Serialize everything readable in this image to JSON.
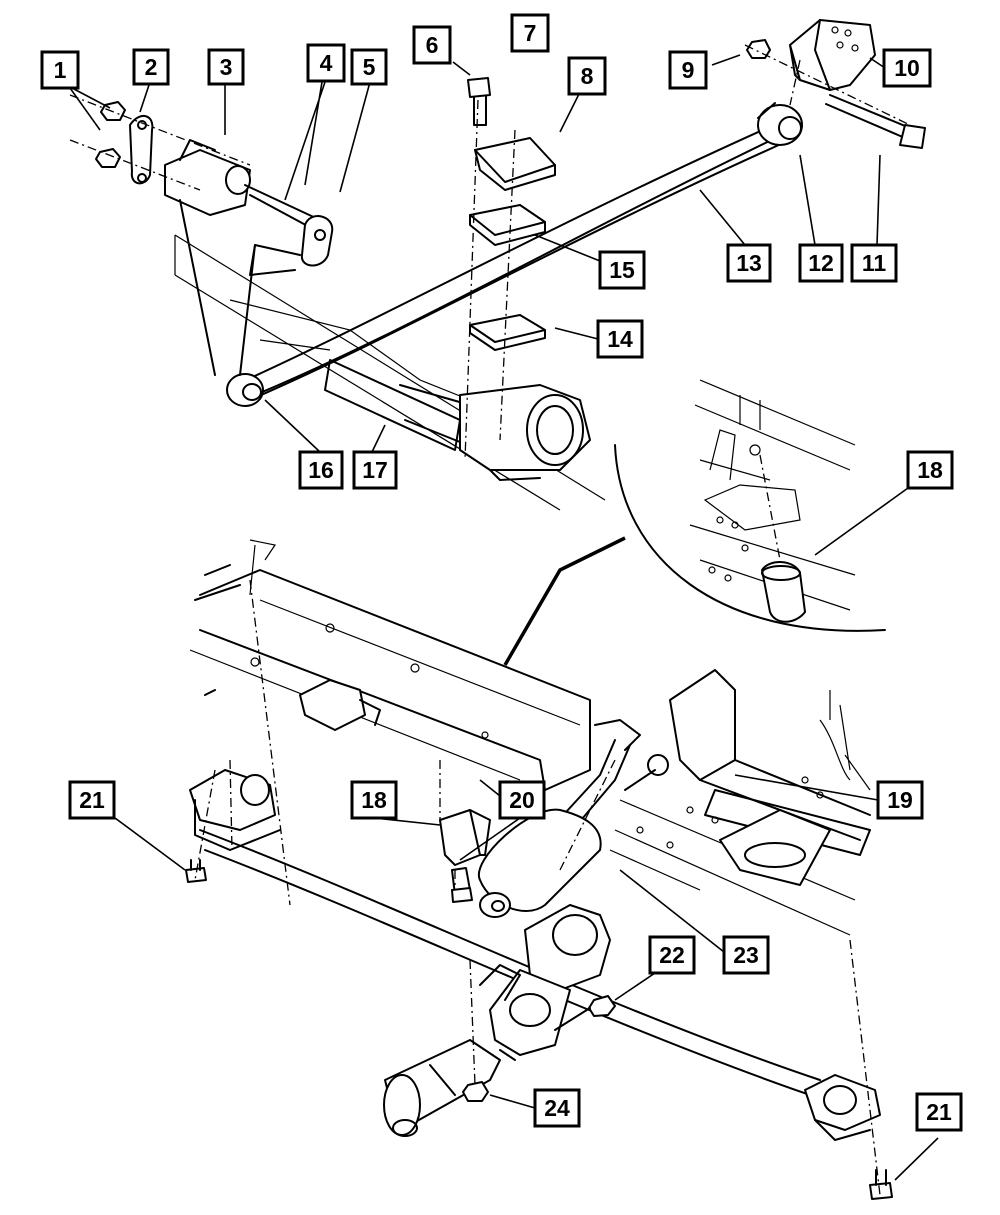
{
  "callouts": [
    {
      "id": "c1",
      "label": "1"
    },
    {
      "id": "c2",
      "label": "2"
    },
    {
      "id": "c3",
      "label": "3"
    },
    {
      "id": "c4",
      "label": "4"
    },
    {
      "id": "c5",
      "label": "5"
    },
    {
      "id": "c6",
      "label": "6"
    },
    {
      "id": "c7",
      "label": "7"
    },
    {
      "id": "c8",
      "label": "8"
    },
    {
      "id": "c9",
      "label": "9"
    },
    {
      "id": "c10",
      "label": "10"
    },
    {
      "id": "c11",
      "label": "11"
    },
    {
      "id": "c12",
      "label": "12"
    },
    {
      "id": "c13",
      "label": "13"
    },
    {
      "id": "c14",
      "label": "14"
    },
    {
      "id": "c15",
      "label": "15"
    },
    {
      "id": "c16",
      "label": "16"
    },
    {
      "id": "c17",
      "label": "17"
    },
    {
      "id": "c18a",
      "label": "18"
    },
    {
      "id": "c18b",
      "label": "18"
    },
    {
      "id": "c19",
      "label": "19"
    },
    {
      "id": "c20",
      "label": "20"
    },
    {
      "id": "c21a",
      "label": "21"
    },
    {
      "id": "c21b",
      "label": "21"
    },
    {
      "id": "c22",
      "label": "22"
    },
    {
      "id": "c23",
      "label": "23"
    },
    {
      "id": "c24",
      "label": "24"
    }
  ]
}
